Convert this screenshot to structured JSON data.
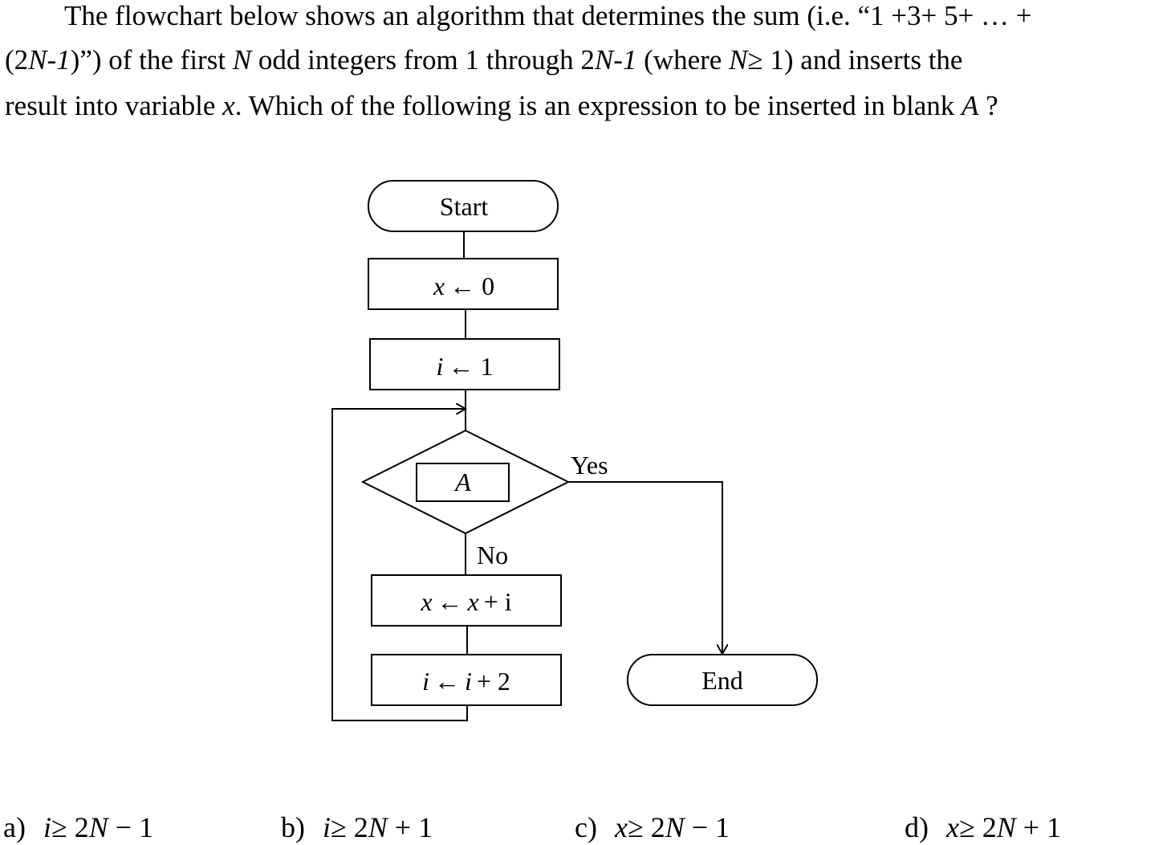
{
  "question": {
    "line1": "The flowchart below shows an algorithm that determines the sum (i.e. “1 +3+ 5+ … +",
    "line2_a": "(2",
    "line2_N1": "N",
    "line2_b": "-",
    "line2_1": "1",
    "line2_c": ")”) of the first ",
    "line2_N2": "N",
    "line2_d": " odd integers from 1 through 2",
    "line2_N3": "N",
    "line2_e": "-",
    "line2_1b": "1",
    "line2_f": " (where ",
    "line2_N4": "N",
    "line2_g": "≥ 1) and inserts the",
    "line3_a": "result into variable ",
    "line3_x": "x",
    "line3_b": ". Which of the following is an expression to be inserted in blank ",
    "line3_A": "A",
    "line3_c": " ?"
  },
  "flowchart": {
    "start": "Start",
    "init_x_var": "x",
    "init_x_op": "← 0",
    "init_i_var": "i",
    "init_i_op": "← 1",
    "blank": "A",
    "yes": "Yes",
    "no": "No",
    "update_x_var": "x",
    "update_x_op": "←",
    "update_x_rhs_var": "x",
    "update_x_rhs": "+ i",
    "update_i_var": "i",
    "update_i_op": "←",
    "update_i_rhs_var": "i",
    "update_i_rhs": "+ 2",
    "end": "End"
  },
  "choices": [
    {
      "letter": "a)",
      "var": "i",
      "expr": "≥ 2",
      "N": "N",
      "tail": " − 1"
    },
    {
      "letter": "b)",
      "var": "i",
      "expr": "≥ 2",
      "N": "N",
      "tail": " + 1"
    },
    {
      "letter": "c)",
      "var": "x",
      "expr": "≥ 2",
      "N": "N",
      "tail": " − 1"
    },
    {
      "letter": "d)",
      "var": "x",
      "expr": "≥ 2",
      "N": "N",
      "tail": " + 1"
    }
  ]
}
